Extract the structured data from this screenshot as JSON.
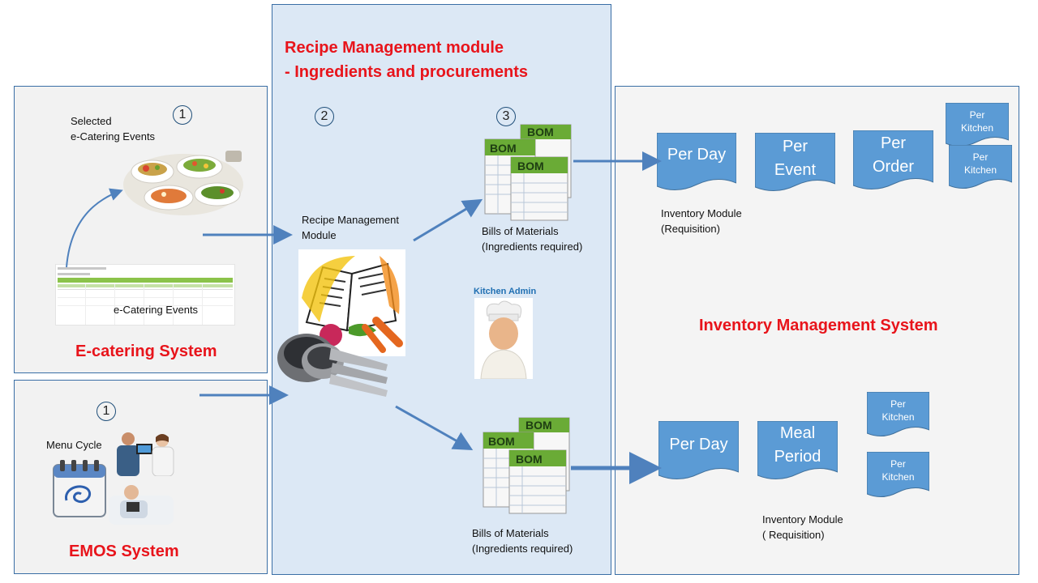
{
  "colors": {
    "accent_red": "#e8141b",
    "arrow_blue": "#4f81bd",
    "doc_blue": "#5b9bd5"
  },
  "ecatering": {
    "step": "1",
    "selected_label": "Selected\ne-Catering Events",
    "events_label": "e-Catering Events",
    "title": "E-catering System"
  },
  "emos": {
    "step": "1",
    "menu_cycle": "Menu Cycle",
    "title": "EMOS System"
  },
  "recipe": {
    "title_line1": "Recipe Management module",
    "title_line2": "- Ingredients and procurements",
    "step2": "2",
    "step3": "3",
    "module_label": "Recipe Management\nModule",
    "bom_tag": "BOM",
    "bom_top_label": "Bills of Materials\n(Ingredients required)",
    "bom_bottom_label": "Bills of Materials\n(Ingredients required)",
    "kitchen_admin": "Kitchen Admin"
  },
  "inventory": {
    "top_docs": [
      "Per Day",
      "Per\nEvent",
      "Per\nOrder"
    ],
    "top_small_docs": [
      "Per\nKitchen",
      "Per\nKitchen"
    ],
    "top_module_label": "Inventory Module\n(Requisition)",
    "title": "Inventory Management System",
    "bottom_docs": [
      "Per Day",
      "Meal\nPeriod"
    ],
    "bottom_small_docs": [
      "Per\nKitchen",
      "Per\nKitchen"
    ],
    "bottom_module_label": "Inventory Module\n( Requisition)"
  }
}
